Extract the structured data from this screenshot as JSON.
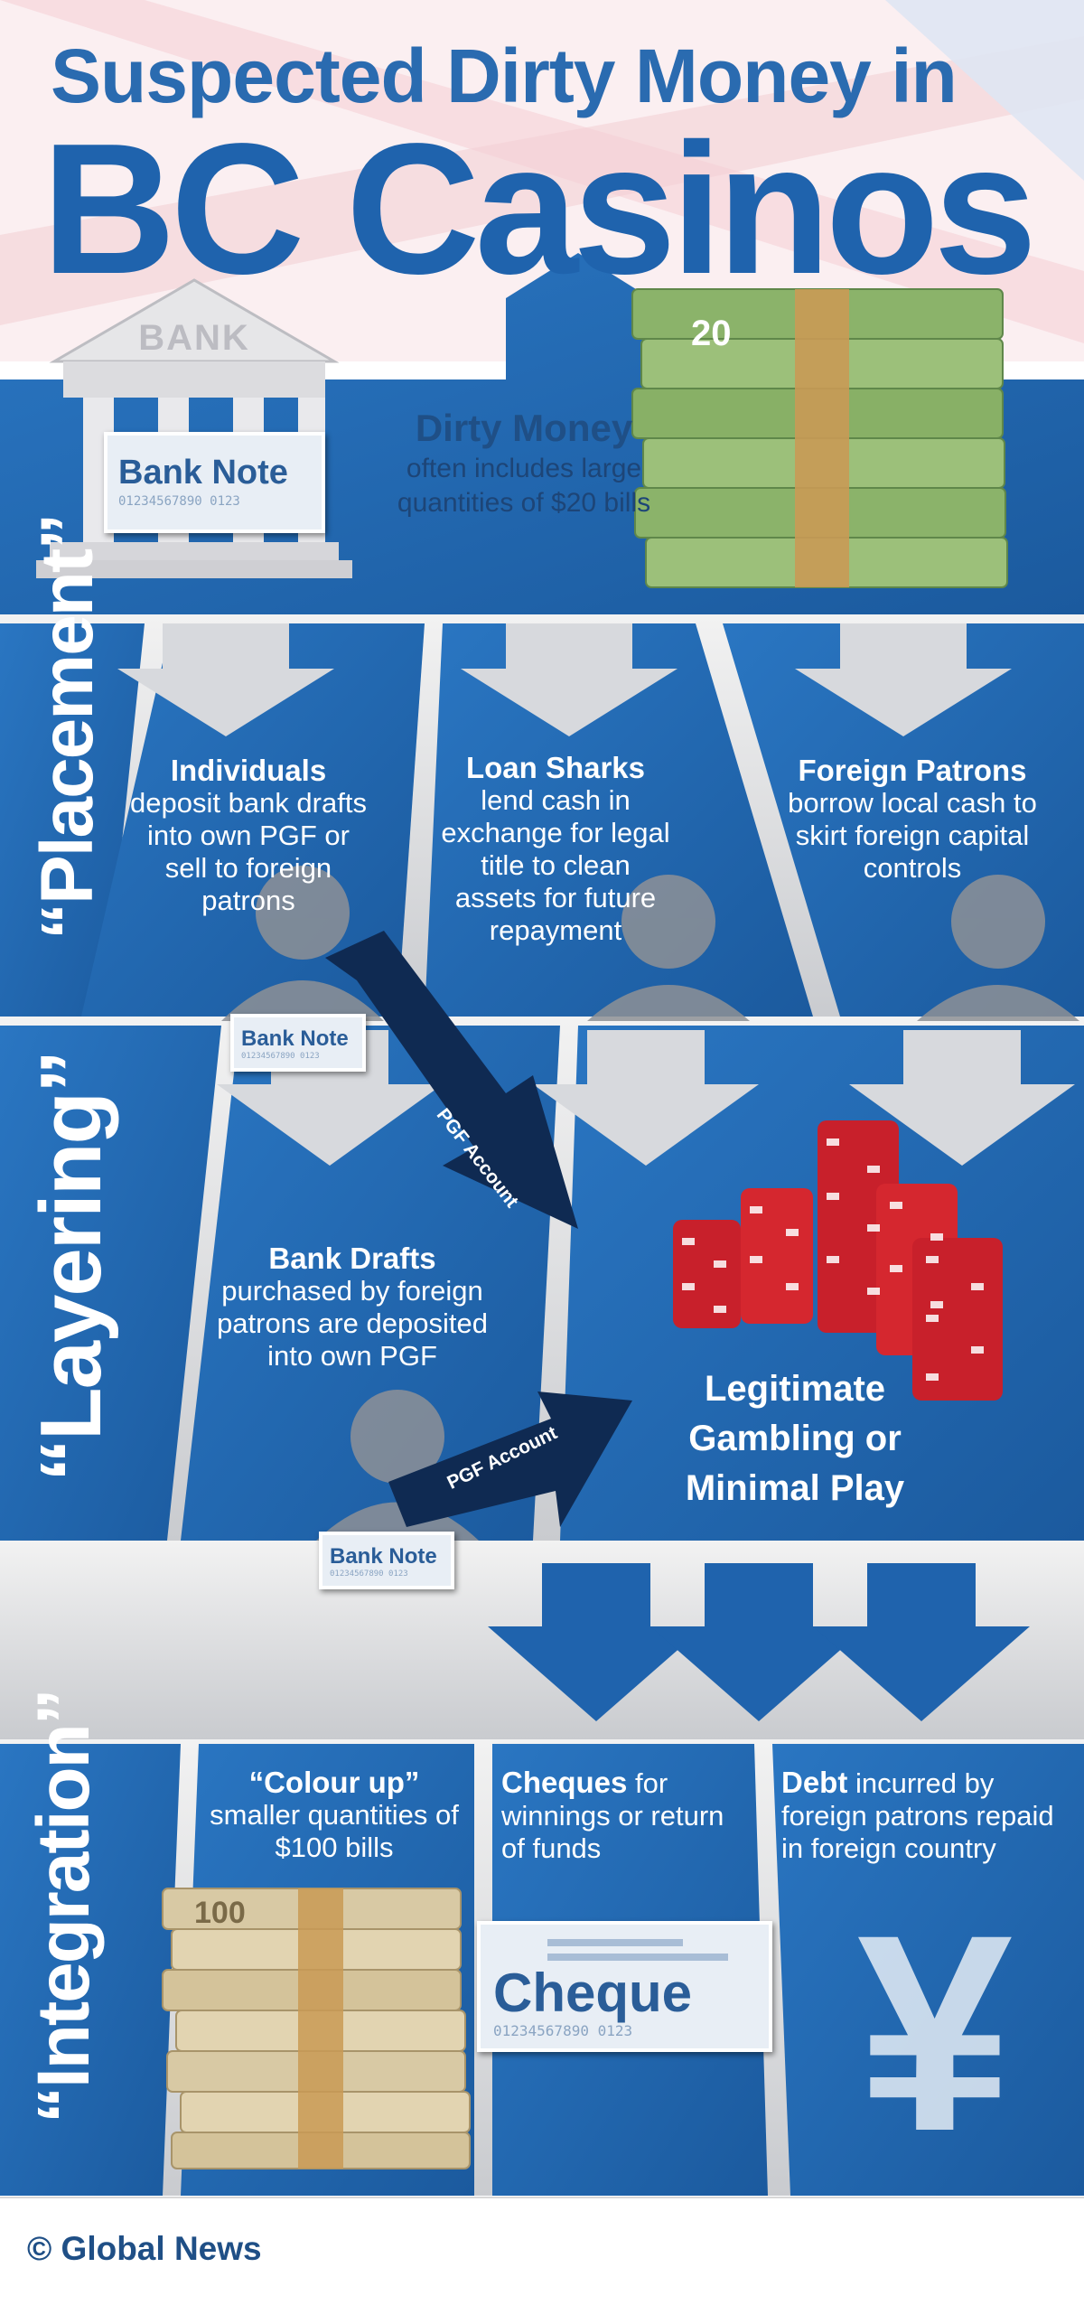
{
  "header": {
    "title_line1": "Suspected Dirty Money in",
    "title_line2": "BC Casinos"
  },
  "bank": {
    "building_label": "BANK",
    "note_title": "Bank Note",
    "note_number": "01234567890  0123"
  },
  "intro": {
    "heading": "Dirty Money",
    "text": "often includes large quantities of $20 bills"
  },
  "placement": {
    "label": "“Placement”",
    "columns": [
      {
        "heading": "Individuals",
        "text": "deposit bank drafts into own PGF or sell to foreign patrons"
      },
      {
        "heading": "Loan Sharks",
        "text": "lend cash in exchange for legal title to clean assets for future repayment"
      },
      {
        "heading": "Foreign Patrons",
        "text": "borrow local cash to skirt foreign capital controls"
      }
    ]
  },
  "layering": {
    "label": "“Layering”",
    "pgf_label": "PGF Account",
    "bank_drafts_heading": "Bank Drafts",
    "bank_drafts_text": "purchased by foreign patrons are deposited into own PGF",
    "gambling_text": "Legitimate Gambling or Minimal Play"
  },
  "small_note": {
    "title": "Bank Note",
    "number": "01234567890  0123"
  },
  "integration": {
    "label": "“Integration”",
    "columns": [
      {
        "heading": "“Colour up”",
        "text": "smaller quantities of $100 bills"
      },
      {
        "heading": "Cheques",
        "text": "for winnings or return of funds"
      },
      {
        "heading": "Debt",
        "text": "incurred by foreign patrons repaid in foreign country"
      }
    ],
    "cheque_title": "Cheque",
    "cheque_number": "01234567890  0123",
    "yuan_symbol": "¥"
  },
  "footer": {
    "credit": "© Global News"
  },
  "colors": {
    "blue": "#1f63ad",
    "dark_navy": "#0f2a52",
    "chip_red": "#c8202b",
    "cash_green": "#8bb36a",
    "cash_tan": "#d8c9a4"
  },
  "icons": [
    "bank-building-icon",
    "cash-stack-icon",
    "person-silhouette-icon",
    "arrow-down-icon",
    "casino-chips-icon",
    "yuan-icon"
  ]
}
